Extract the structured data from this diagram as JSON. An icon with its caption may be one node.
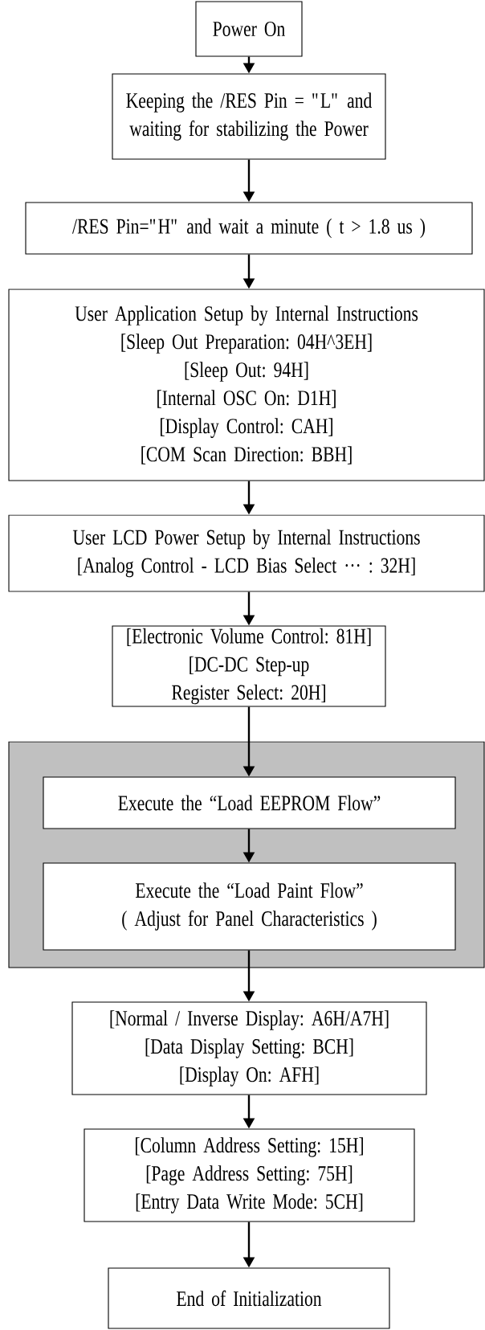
{
  "diagram": {
    "nodes": [
      {
        "text": [
          "Power On"
        ]
      },
      {
        "text": [
          "Keeping the /RES Pin = \"L\" and waiting for stabilizing the Power"
        ]
      },
      {
        "text": [
          "/RES Pin=\"H\" and wait a minute ( t > 1.8 us )"
        ]
      },
      {
        "text": [
          "User Application Setup by Internal Instructions",
          "[Sleep Out Preparation: 04H^3EH]",
          "[Sleep Out: 94H]",
          "[Internal OSC On: D1H]",
          "[Display Control: CAH]",
          "[COM Scan Direction: BBH]"
        ]
      },
      {
        "text": [
          "User LCD Power Setup by Internal Instructions",
          "[Analog Control - LCD Bias Select ··· : 32H]"
        ]
      },
      {
        "text": [
          "[Electronic Volume Control: 81H]",
          "[DC-DC Step-up Register Select: 20H]"
        ]
      },
      {
        "text": [],
        "shape": "box"
      },
      {
        "text": [
          "Execute the “Load EEPROM Flow”"
        ],
        "in": 6
      },
      {
        "text": [
          "Execute the “Load Paint Flow”",
          "( Adjust for Panel Characteristics )"
        ],
        "in": 6
      },
      {
        "text": [
          "[Normal / Inverse Display: A6H/A7H]",
          "[Data Display Setting: BCH]",
          "[Display On: AFH]"
        ]
      },
      {
        "text": [
          "[Column Address Setting: 15H]",
          "[Page Address Setting: 75H]",
          "[Entry Data Write Mode: 5CH]"
        ]
      },
      {
        "text": [
          "End of Initialization"
        ]
      }
    ],
    "edges": [
      {
        "from": 0,
        "to": 1,
        "arrow": "to"
      },
      {
        "from": 1,
        "to": 2,
        "arrow": "to"
      },
      {
        "from": 2,
        "to": 3,
        "arrow": "to"
      },
      {
        "from": 3,
        "to": 4,
        "arrow": "to"
      },
      {
        "from": 4,
        "to": 5,
        "arrow": "to"
      },
      {
        "from": 5,
        "to": 7,
        "arrow": "to"
      },
      {
        "from": 7,
        "to": 8,
        "arrow": "to"
      },
      {
        "from": 8,
        "to": 9,
        "arrow": "to"
      },
      {
        "from": 9,
        "to": 10,
        "arrow": "to"
      },
      {
        "from": 10,
        "to": 11,
        "arrow": "to"
      }
    ]
  }
}
